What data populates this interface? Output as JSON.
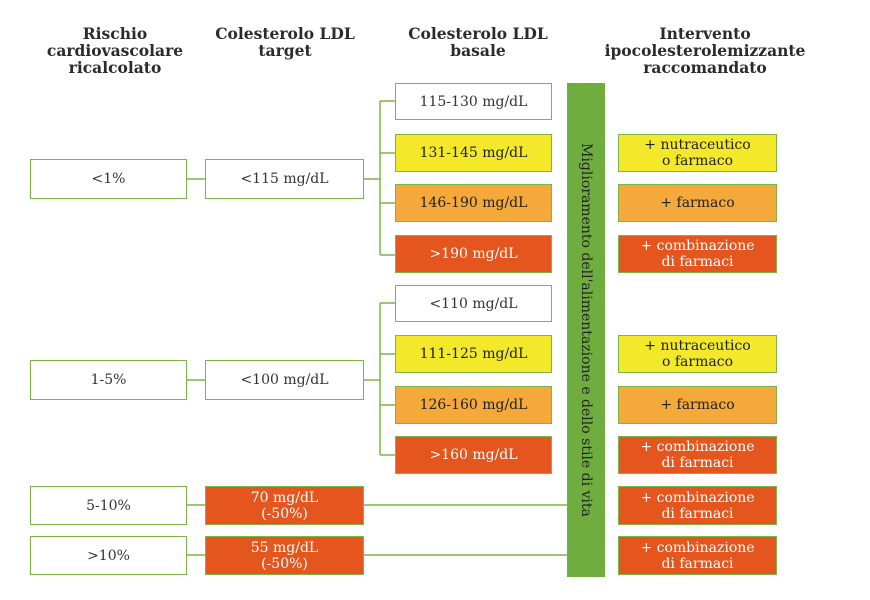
{
  "headers": {
    "risk": [
      "Rischio",
      "cardiovascolare",
      "ricalcolato"
    ],
    "target": [
      "Colesterolo LDL",
      "target"
    ],
    "basal": [
      "Colesterolo LDL",
      "basale"
    ],
    "intervention": [
      "Intervento",
      "ipocolesterolemizzante",
      "raccomandato"
    ]
  },
  "lifestyle_bar": "Miglioramento dell'alimentazione e dello stile di vita",
  "groups": [
    {
      "risk": "<1%",
      "target": [
        "<115 mg/dL"
      ],
      "basal": [
        "115-130 mg/dL",
        "131-145 mg/dL",
        "146-190 mg/dL",
        ">190 mg/dL"
      ],
      "interventions": [
        [
          "+ nutraceutico",
          "o farmaco"
        ],
        [
          "+ farmaco"
        ],
        [
          "+ combinazione",
          "di farmaci"
        ]
      ]
    },
    {
      "risk": "1-5%",
      "target": [
        "<100 mg/dL"
      ],
      "basal": [
        "<110 mg/dL",
        "111-125 mg/dL",
        "126-160 mg/dL",
        ">160 mg/dL"
      ],
      "interventions": [
        [
          "+ nutraceutico",
          "o farmaco"
        ],
        [
          "+ farmaco"
        ],
        [
          "+ combinazione",
          "di farmaci"
        ]
      ]
    },
    {
      "risk": "5-10%",
      "target": [
        "70 mg/dL",
        "(-50%)"
      ],
      "interventions": [
        [
          "+ combinazione",
          "di farmaci"
        ]
      ]
    },
    {
      "risk": ">10%",
      "target": [
        "55 mg/dL",
        "(-50%)"
      ],
      "interventions": [
        [
          "+ combinazione",
          "di farmaci"
        ]
      ]
    }
  ],
  "colors": {
    "border": "#7ab648",
    "yellow": "#f3e92a",
    "orange": "#f4a93a",
    "red": "#e5561e",
    "bar": "#70ad3f"
  }
}
